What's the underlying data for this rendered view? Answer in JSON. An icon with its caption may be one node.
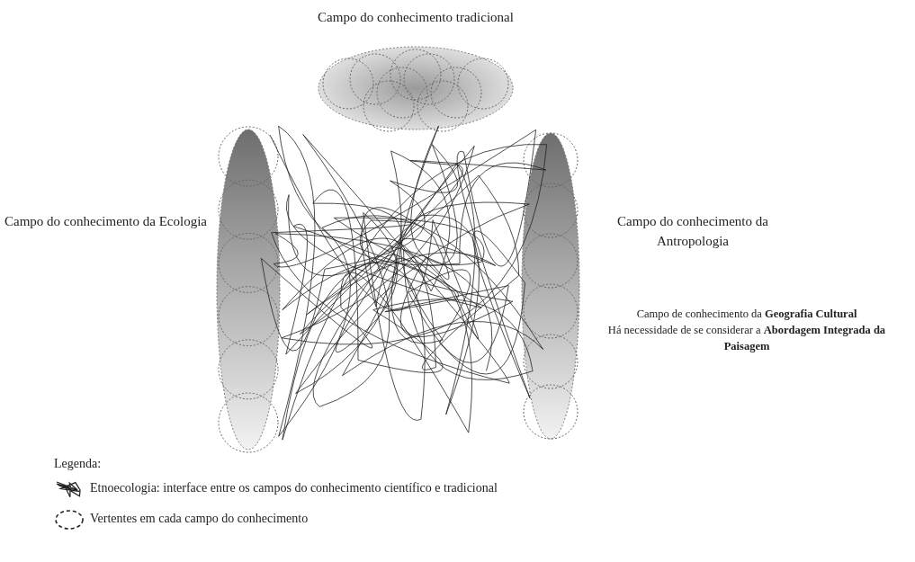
{
  "diagram": {
    "nodes": [
      {
        "text": [
          "Campo do conhecimento tradicional"
        ]
      },
      {
        "text": [
          "Campo do conhecimento da Ecologia"
        ]
      },
      {
        "text": [
          "Campo do conhecimento da Antropologia"
        ]
      }
    ],
    "labels": [
      "Campo de conhecimento da **Geografia Cultural**",
      "Há necessidade de se considerar a **Abordagem Integrada da Paisagem**",
      "Legenda:"
    ],
    "legend": [
      {
        "text": "Etnoecologia: interface entre os campos do conhecimento científico e tradicional"
      },
      {
        "text": "Vertentes em cada campo do conhecimento"
      }
    ]
  }
}
